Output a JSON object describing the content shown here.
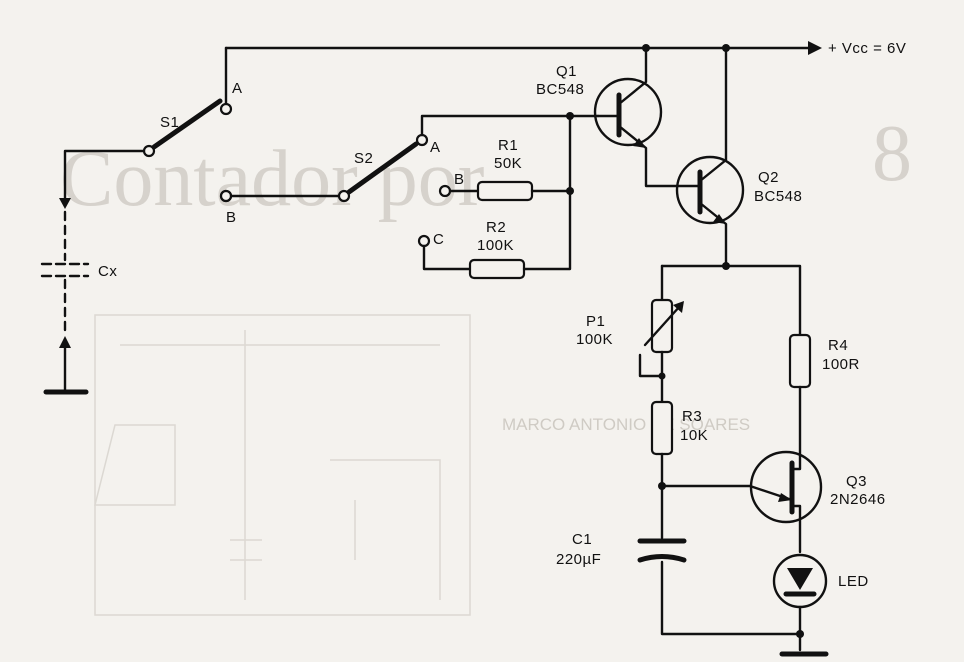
{
  "supply": {
    "label": "+ Vcc = 6V"
  },
  "switches": {
    "s1": {
      "name": "S1",
      "pos_a": "A",
      "pos_b": "B"
    },
    "s2": {
      "name": "S2",
      "pos_a": "A",
      "pos_b": "B",
      "pos_c": "C"
    }
  },
  "capacitor_under_test": {
    "name": "Cx"
  },
  "resistors": {
    "r1": {
      "name": "R1",
      "value": "50K"
    },
    "r2": {
      "name": "R2",
      "value": "100K"
    },
    "r3": {
      "name": "R3",
      "value": "10K"
    },
    "r4": {
      "name": "R4",
      "value": "100R"
    },
    "p1": {
      "name": "P1",
      "value": "100K"
    }
  },
  "transistors": {
    "q1": {
      "name": "Q1",
      "part": "BC548"
    },
    "q2": {
      "name": "Q2",
      "part": "BC548"
    },
    "q3": {
      "name": "Q3",
      "part": "2N2646"
    }
  },
  "capacitors": {
    "c1": {
      "name": "C1",
      "value": "220µF"
    }
  },
  "led": {
    "name": "LED"
  },
  "bleed_through": {
    "title_fragment": "Contador por",
    "page_number": "8",
    "author": "MARCO ANTONIO DE SOARES"
  }
}
